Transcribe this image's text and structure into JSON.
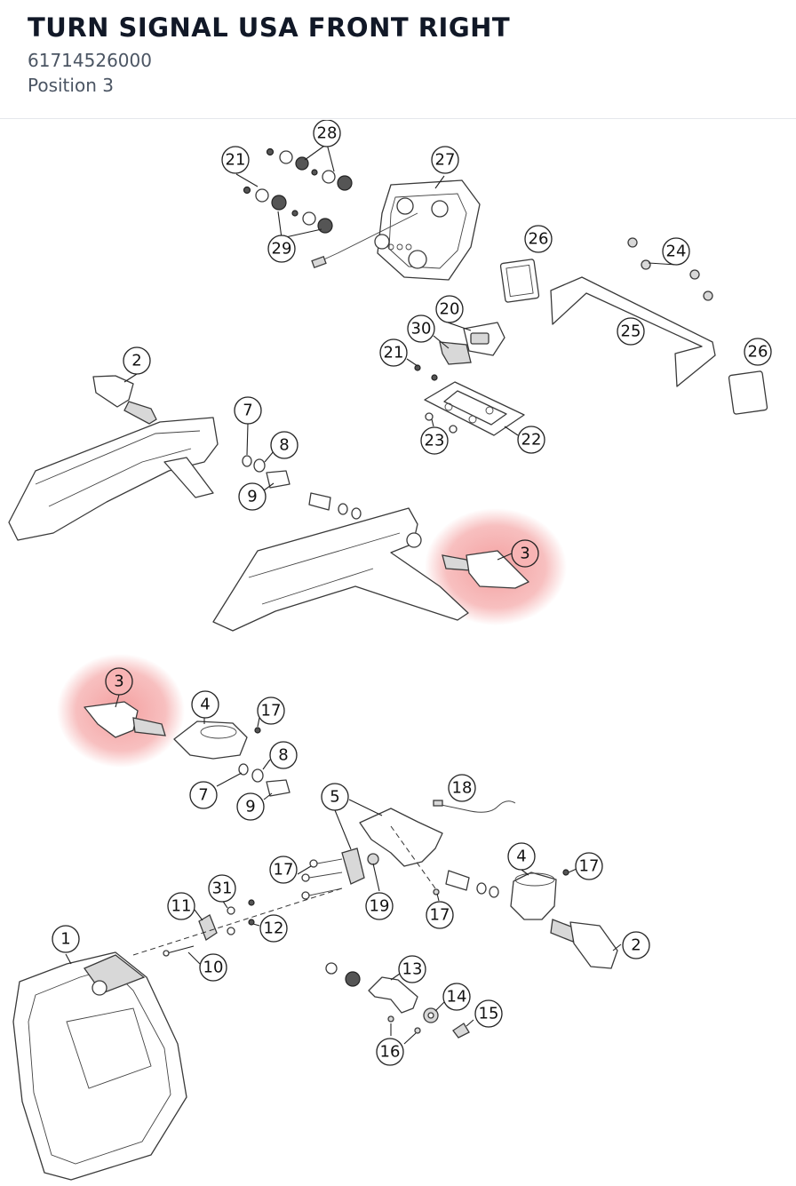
{
  "header": {
    "title": "TURN SIGNAL USA FRONT RIGHT",
    "part_number": "61714526000",
    "position": "Position 3"
  },
  "highlight_color": "#f08080",
  "callouts": [
    {
      "id": "c28",
      "label": "28"
    },
    {
      "id": "c21a",
      "label": "21"
    },
    {
      "id": "c27",
      "label": "27"
    },
    {
      "id": "c29",
      "label": "29"
    },
    {
      "id": "c26a",
      "label": "26"
    },
    {
      "id": "c24",
      "label": "24"
    },
    {
      "id": "c20",
      "label": "20"
    },
    {
      "id": "c30",
      "label": "30"
    },
    {
      "id": "c25",
      "label": "25"
    },
    {
      "id": "c21b",
      "label": "21"
    },
    {
      "id": "c26b",
      "label": "26"
    },
    {
      "id": "c2a",
      "label": "2"
    },
    {
      "id": "c7a",
      "label": "7"
    },
    {
      "id": "c8a",
      "label": "8"
    },
    {
      "id": "c9a",
      "label": "9"
    },
    {
      "id": "c23",
      "label": "23"
    },
    {
      "id": "c22",
      "label": "22"
    },
    {
      "id": "c3a",
      "label": "3"
    },
    {
      "id": "c3b",
      "label": "3"
    },
    {
      "id": "c4a",
      "label": "4"
    },
    {
      "id": "c17a",
      "label": "17"
    },
    {
      "id": "c8b",
      "label": "8"
    },
    {
      "id": "c7b",
      "label": "7"
    },
    {
      "id": "c9b",
      "label": "9"
    },
    {
      "id": "c18",
      "label": "18"
    },
    {
      "id": "c5",
      "label": "5"
    },
    {
      "id": "c4b",
      "label": "4"
    },
    {
      "id": "c17b",
      "label": "17"
    },
    {
      "id": "c17c",
      "label": "17"
    },
    {
      "id": "c19",
      "label": "19"
    },
    {
      "id": "c17d",
      "label": "17"
    },
    {
      "id": "c31",
      "label": "31"
    },
    {
      "id": "c11",
      "label": "11"
    },
    {
      "id": "c12",
      "label": "12"
    },
    {
      "id": "c1",
      "label": "1"
    },
    {
      "id": "c10",
      "label": "10"
    },
    {
      "id": "c2b",
      "label": "2"
    },
    {
      "id": "c13",
      "label": "13"
    },
    {
      "id": "c14",
      "label": "14"
    },
    {
      "id": "c15",
      "label": "15"
    },
    {
      "id": "c16",
      "label": "16"
    }
  ]
}
